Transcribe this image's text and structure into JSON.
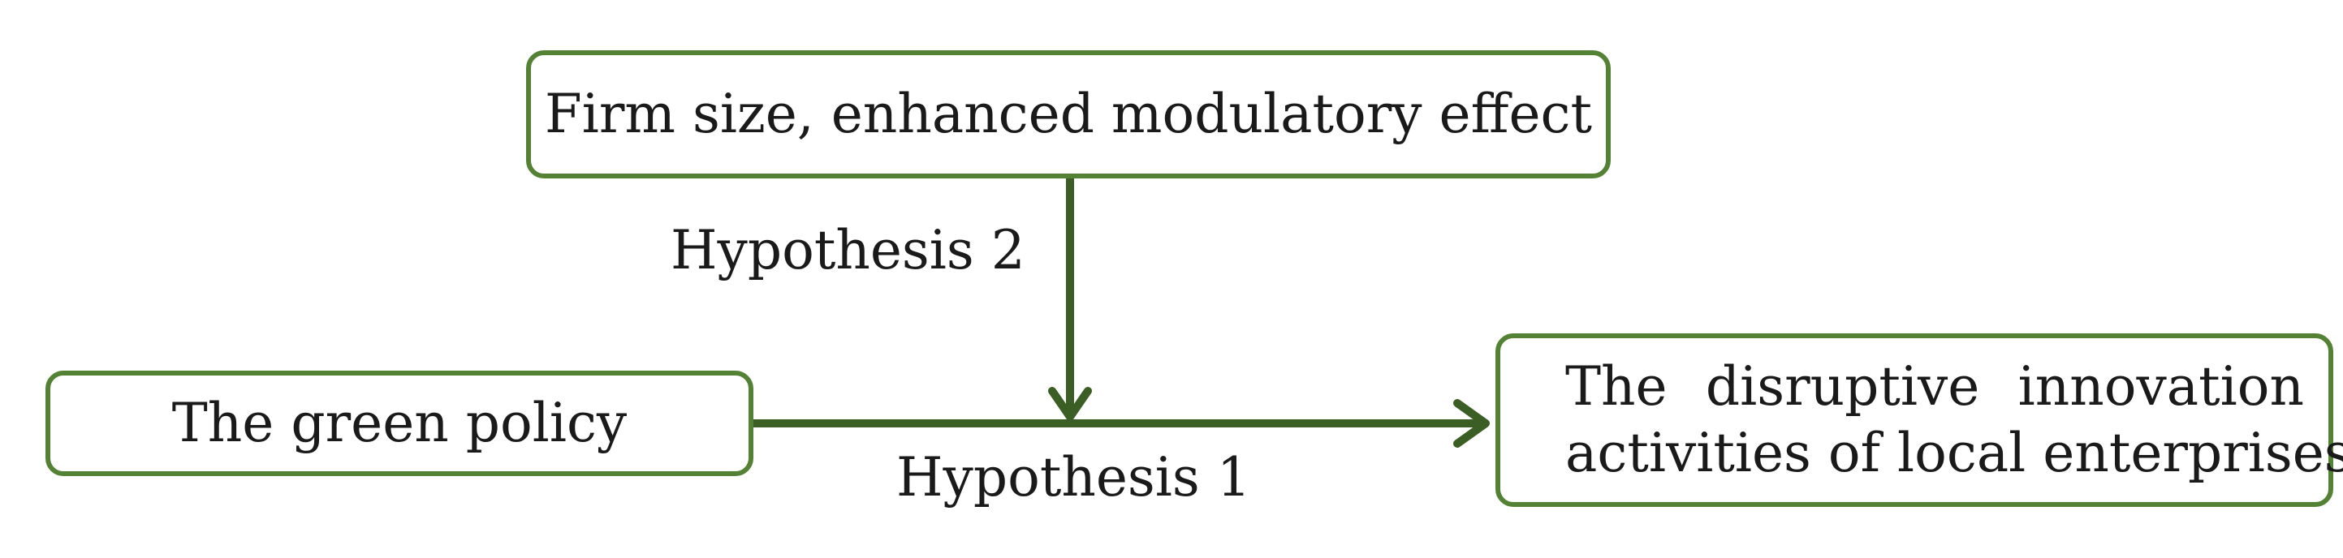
{
  "diagram": {
    "moderator": {
      "label": "Firm size, enhanced modulatory effect"
    },
    "independent": {
      "label": "The green policy"
    },
    "dependent": {
      "line1_words": [
        "The",
        "disruptive",
        "innovation"
      ],
      "line2": "activities of local enterprises"
    },
    "hypotheses": {
      "h1": "Hypothesis 1",
      "h2": "Hypothesis 2"
    }
  },
  "colors": {
    "box_border": "#548235",
    "arrow": "#3b5e24"
  }
}
